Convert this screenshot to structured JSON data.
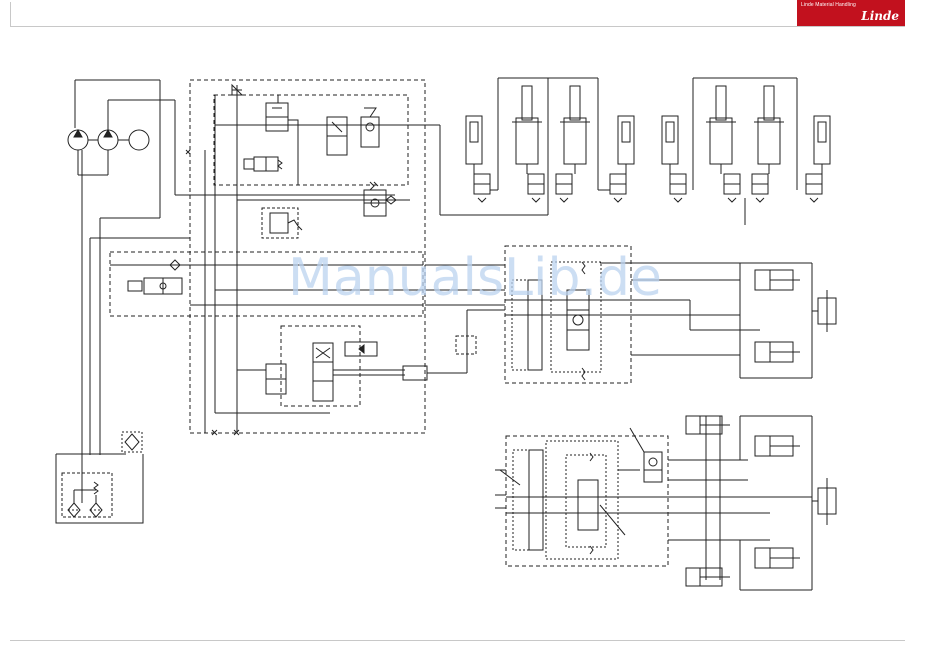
{
  "header": {
    "brand_subtitle": "Linde Material Handling",
    "brand_logo": "Linde",
    "brand_color": "#c2111e"
  },
  "watermark": {
    "text": "ManualsLib.de",
    "color": "#bcd3f0"
  },
  "diagram": {
    "type": "hydraulic-schematic",
    "line_color": "#222222",
    "dashed_boundary_color": "#333333"
  }
}
